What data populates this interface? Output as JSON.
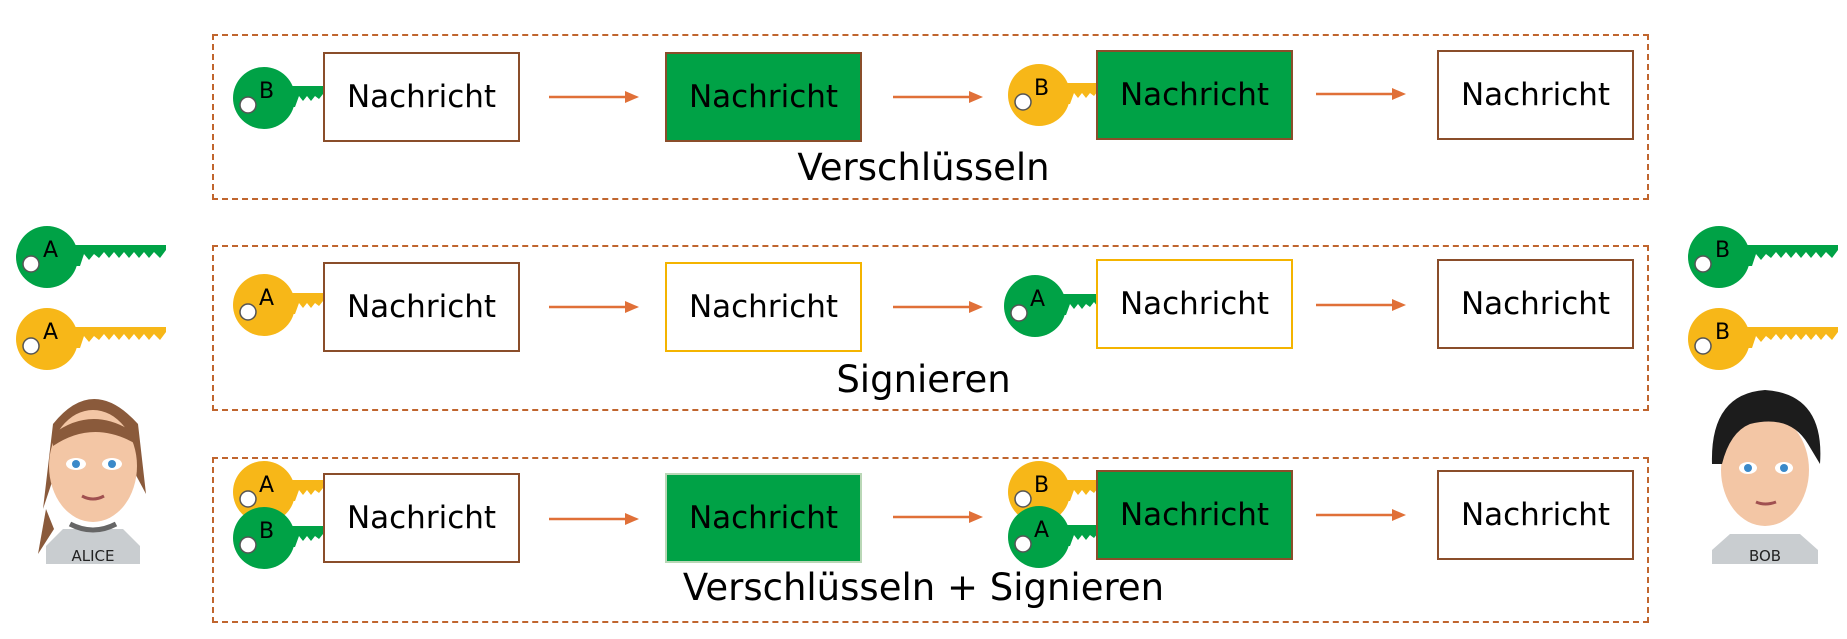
{
  "colors": {
    "green_key": "#00a246",
    "yellow_key": "#f7b718",
    "arrow": "#e07038",
    "border": "#8a4d2a",
    "dashed": "#c0652e"
  },
  "message_label": "Nachricht",
  "rows": [
    {
      "title": "Verschlüsseln",
      "keys_left": [
        "B"
      ],
      "keys_mid": [
        "B"
      ]
    },
    {
      "title": "Signieren",
      "keys_left": [
        "A"
      ],
      "keys_mid": [
        "A"
      ]
    },
    {
      "title": "Verschlüsseln + Signieren",
      "keys_left": [
        "A",
        "B"
      ],
      "keys_mid": [
        "B",
        "A"
      ]
    }
  ],
  "alice": {
    "name": "ALICE",
    "keys": [
      "A",
      "A"
    ]
  },
  "bob": {
    "name": "BOB",
    "keys": [
      "B",
      "B"
    ]
  }
}
